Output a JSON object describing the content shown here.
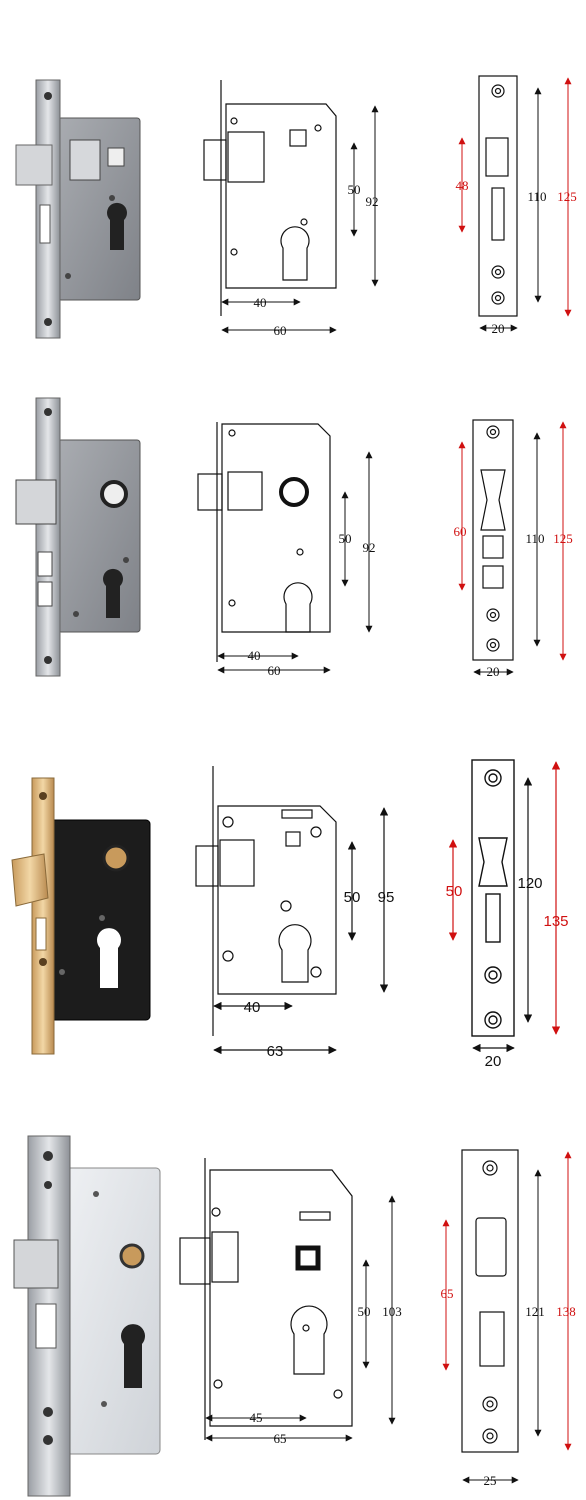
{
  "colors": {
    "line": "#111111",
    "dimension_red": "#d01010",
    "steel": "#b9bcc1",
    "steel_dark": "#7c8087",
    "plate_gray": "#8e9196",
    "plate_black": "#1c1c1c",
    "plate_light": "#dfe2e6",
    "brass": "#d9b277"
  },
  "rows": [
    {
      "id": "lock-1",
      "photo": {
        "plate_color": "gray",
        "faceplate": "steel",
        "bolt_icon": "latch-bolt-icon"
      },
      "side": {
        "width_to_key": "40",
        "body_width": "60",
        "center_distance": "50",
        "body_height": "92"
      },
      "front": {
        "hole_spacing": "110",
        "faceplate_height": "125",
        "latch_window": "48",
        "faceplate_width": "20"
      }
    },
    {
      "id": "lock-2",
      "photo": {
        "plate_color": "gray",
        "faceplate": "steel",
        "bolt_icon": "latch-bolt-icon"
      },
      "side": {
        "width_to_key": "40",
        "body_width": "60",
        "center_distance": "50",
        "body_height": "92"
      },
      "front": {
        "hole_spacing": "110",
        "faceplate_height": "125",
        "latch_window": "60",
        "faceplate_width": "20"
      }
    },
    {
      "id": "lock-3",
      "photo": {
        "plate_color": "black",
        "faceplate": "brass",
        "bolt_icon": "latch-bolt-icon"
      },
      "side": {
        "width_to_key": "40",
        "body_width": "63",
        "center_distance": "50",
        "body_height": "95"
      },
      "front": {
        "hole_spacing": "120",
        "faceplate_height": "135",
        "latch_window": "50",
        "faceplate_width": "20"
      }
    },
    {
      "id": "lock-4",
      "photo": {
        "plate_color": "light",
        "faceplate": "steel",
        "bolt_icon": "latch-bolt-icon"
      },
      "side": {
        "width_to_key": "45",
        "body_width": "65",
        "center_distance": "50",
        "body_height": "103"
      },
      "front": {
        "hole_spacing": "121",
        "faceplate_height": "138",
        "latch_window": "65",
        "faceplate_width": "25"
      }
    }
  ]
}
